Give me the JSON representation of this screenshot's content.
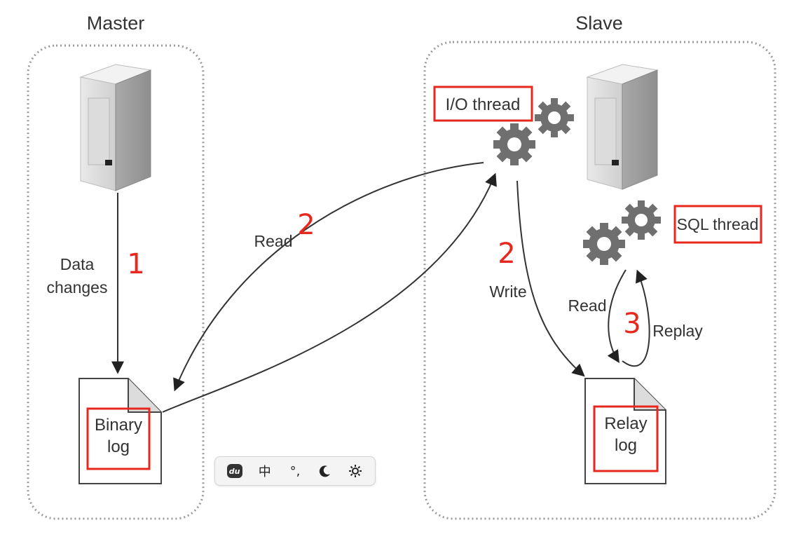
{
  "master": {
    "title": "Master"
  },
  "slave": {
    "title": "Slave"
  },
  "labels": {
    "data_changes_line1": "Data",
    "data_changes_line2": "changes",
    "step1": "1",
    "read_left": "Read",
    "step2_read": "2",
    "step2_write": "2",
    "write": "Write",
    "read_right": "Read",
    "step3": "3",
    "replay": "Replay"
  },
  "threads": {
    "io": "I/O thread",
    "sql": "SQL thread"
  },
  "logs": {
    "binary_line1": "Binary",
    "binary_line2": "log",
    "relay_line1": "Relay",
    "relay_line2": "log"
  },
  "ime_toolbar": {
    "brand_icon": "du",
    "chinese": "中",
    "punct": "°,",
    "night_icon": "moon-icon",
    "settings_icon": "gear-icon"
  },
  "colors": {
    "highlight": "#e8281e",
    "text": "#333333",
    "gear": "#6f6f6f"
  }
}
